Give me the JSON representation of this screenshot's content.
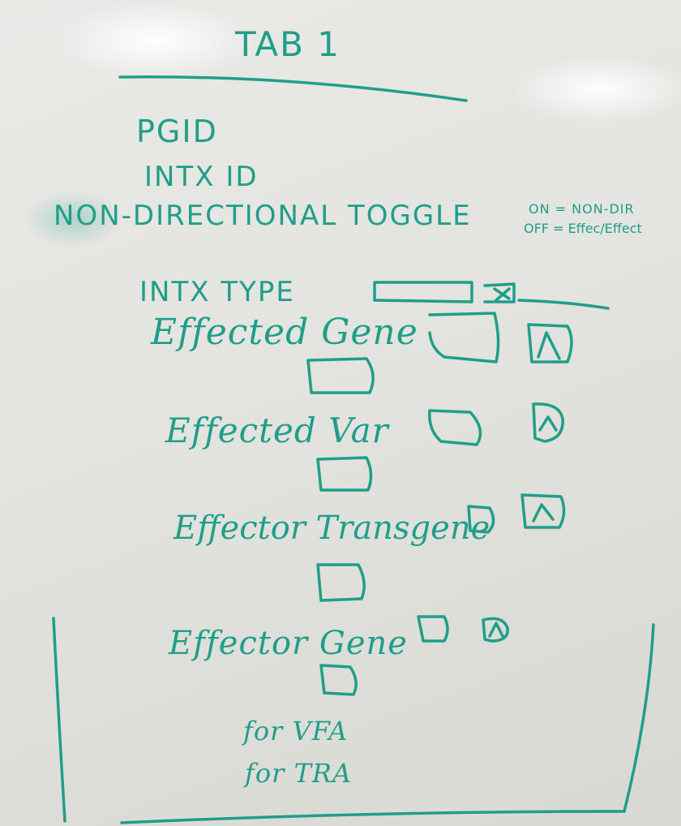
{
  "board": {
    "title": "TAB 1",
    "fields": {
      "pgid": "PGID",
      "intx_id": "INTX ID",
      "non_directional_toggle": "NON-DIRECTIONAL TOGGLE",
      "toggle_note_on": "ON = NON-DIR",
      "toggle_note_off": "OFF = Effec/Effect",
      "intx_type": "INTX TYPE",
      "effected_gene": "Effected Gene",
      "effected_var": "Effected Var",
      "effector_transgene": "Effector Transgene",
      "effector_gene": "Effector Gene",
      "for_vfa": "for VFA",
      "for_tra": "for TRA"
    }
  },
  "colors": {
    "ink": "#1f9e8a",
    "board": "#e6e6e2"
  }
}
